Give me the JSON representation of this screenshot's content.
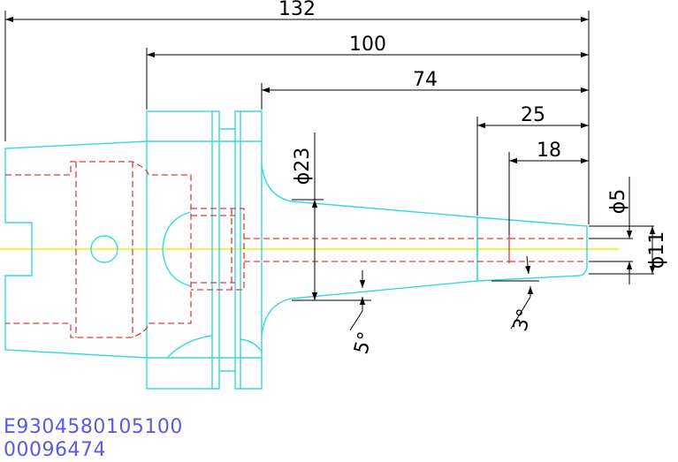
{
  "colors": {
    "outline": "#33d9e6",
    "hidden": "#e03c3c",
    "centerline": "#f2f200",
    "dimension": "#000000",
    "code_text": "#5b5be0"
  },
  "dimensions": {
    "overall_length": "132",
    "length_100": "100",
    "length_74": "74",
    "length_25": "25",
    "length_18": "18",
    "dia_23": "ϕ23",
    "dia_5": "ϕ5",
    "dia_11": "ϕ11",
    "angle_5": "5°",
    "angle_3": "3°"
  },
  "codes": {
    "part_number": "E9304580105100",
    "item_number": "00096474"
  }
}
